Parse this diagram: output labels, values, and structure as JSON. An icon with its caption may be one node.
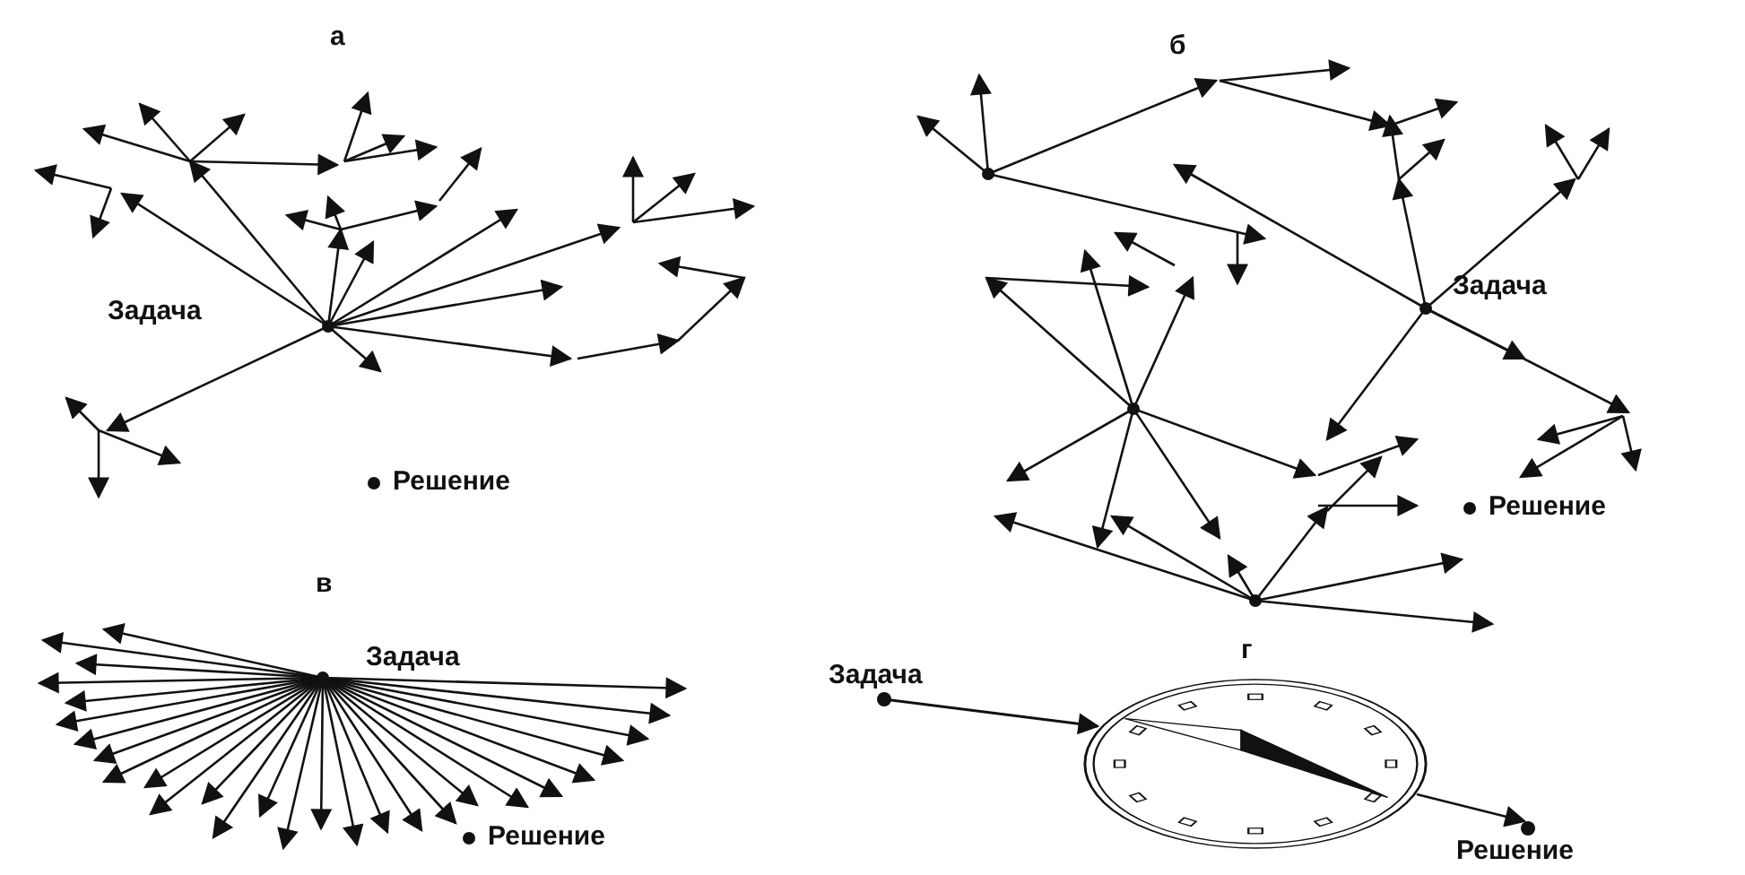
{
  "diagram": {
    "nodes": [
      {
        "text": [
          "Задача"
        ]
      },
      {
        "text": [],
        "shape": "circle"
      },
      {
        "text": [
          "Решение"
        ]
      }
    ],
    "edges": [
      {
        "from": 0,
        "to": 1,
        "arrow": "to"
      },
      {
        "from": 1,
        "to": 2,
        "arrow": "to"
      }
    ],
    "labels": [
      "а",
      "Задача",
      "Решение",
      "б",
      "Задача",
      "Решение",
      "в",
      "Задача",
      "Решение",
      "г"
    ]
  }
}
